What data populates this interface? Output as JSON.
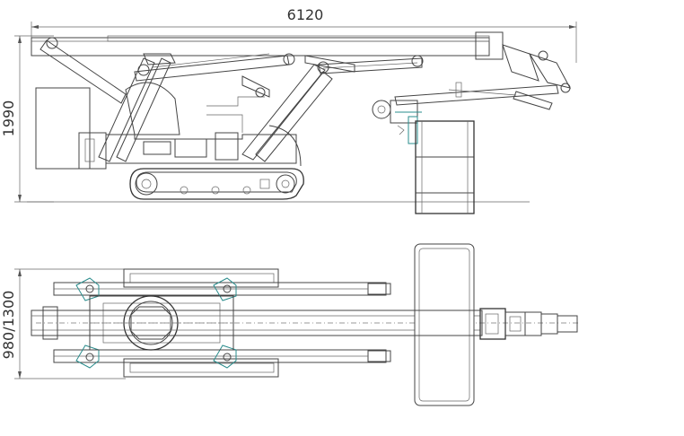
{
  "dimensions": {
    "overall_length": "6120",
    "overall_height": "1990",
    "track_width": "980/1300"
  }
}
